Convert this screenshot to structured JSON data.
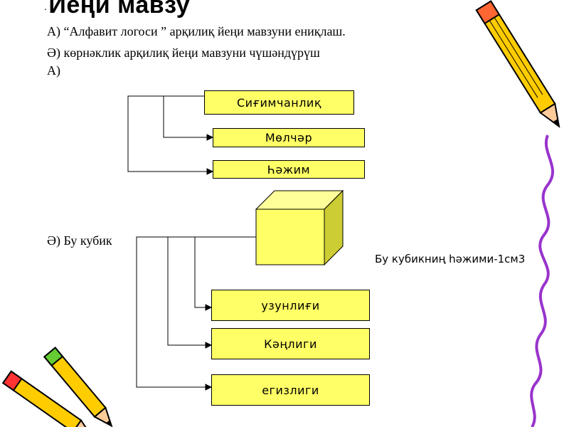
{
  "heading": {
    "dot": ".",
    "title": "Йеңи мавзу"
  },
  "lines": {
    "a_line": "А) “Алфавит логоси ” арқилиқ йеңи мавзуни ениқлаш.",
    "ae_line": "Ә) көрнәклик арқилиқ йеңи мавзуни чүшәндүрүш",
    "a_label": "А)",
    "ae_cube_label": "Ә) Бу кубик"
  },
  "diagram_a": {
    "boxes": [
      "Сиғимчанлиқ",
      "Мөлчәр",
      "Һәжим"
    ]
  },
  "diagram_b": {
    "boxes": [
      "узунлиғи",
      "Кәңлиги",
      "егизлиги"
    ],
    "note": "Бу кубикниң һәжими-1см3"
  },
  "colors": {
    "box_fill": "#ffff66",
    "cube_front": "#ffff66",
    "cube_top": "#ffff99",
    "cube_side": "#cccc33",
    "squiggle": "#9933cc",
    "pencil": "#ffcc00"
  }
}
